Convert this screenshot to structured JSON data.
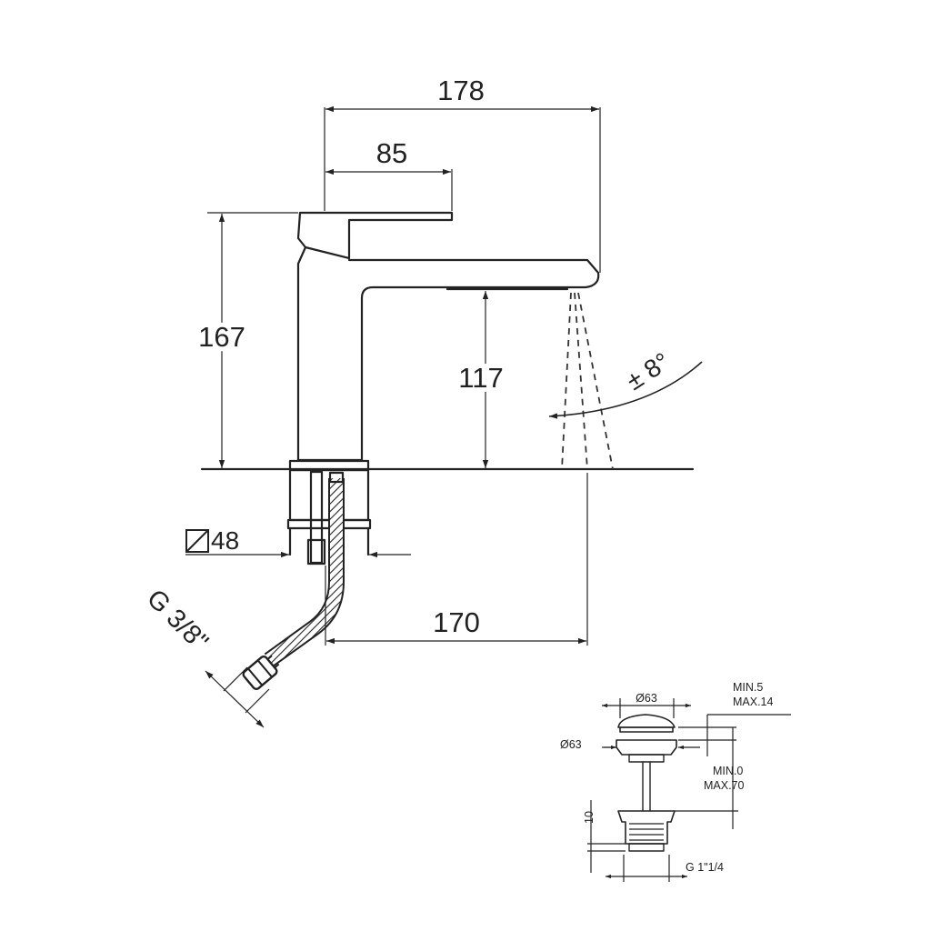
{
  "faucet": {
    "dim_total_length": "178",
    "dim_handle_length": "85",
    "dim_height": "167",
    "dim_spout_clearance": "117",
    "dim_reach": "170",
    "dim_base_diameter": "48",
    "dim_connection": "G 3/8\"",
    "swivel_angle": "± 8°"
  },
  "drain": {
    "cap_diameter": "Ø63",
    "flange_diameter": "Ø63",
    "cap_height_range": "MIN.5\nMAX.14",
    "cap_height_min": "MIN.5",
    "cap_height_max": "MAX.14",
    "basin_thickness_min": "MIN.0",
    "basin_thickness_max": "MAX.70",
    "body_offset": "10",
    "thread": "G 1\"1/4"
  }
}
